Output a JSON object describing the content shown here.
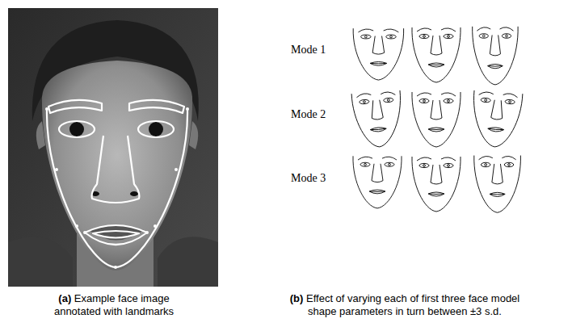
{
  "diagram": {
    "labels": [
      "Mode 1",
      "Mode 2",
      "Mode 3",
      "(a)",
      "Example face image annotated with landmarks",
      "(b)",
      "Effect of varying each of first three face model shape parameters in turn between ±3 s.d."
    ]
  }
}
